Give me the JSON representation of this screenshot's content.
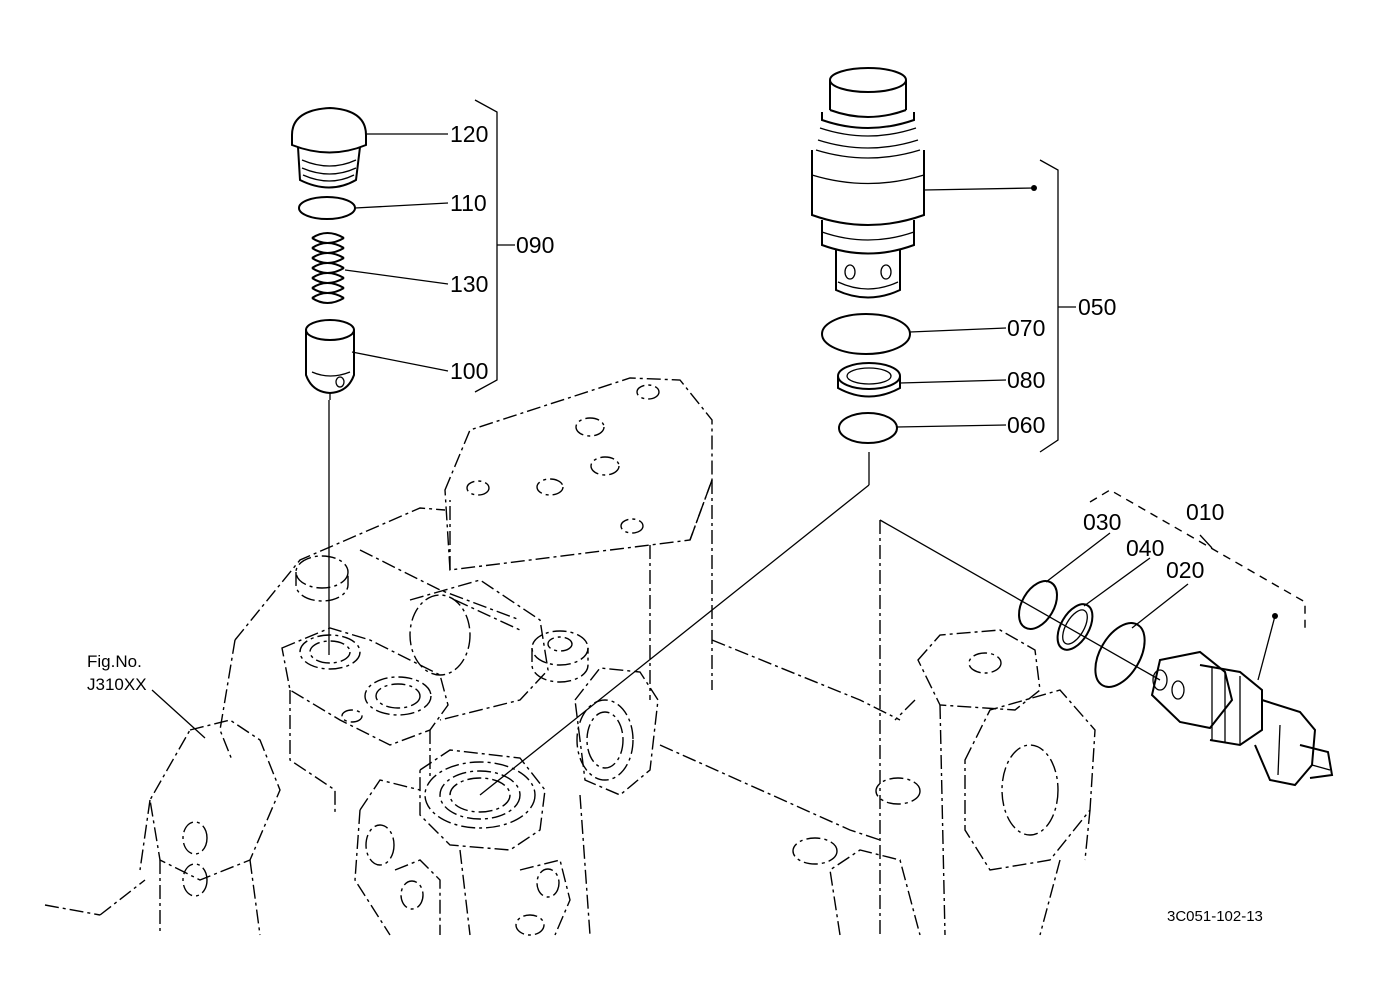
{
  "labels": {
    "p120": "120",
    "p110": "110",
    "p090": "090",
    "p130": "130",
    "p100": "100",
    "p070": "070",
    "p050": "050",
    "p080": "080",
    "p060": "060",
    "p010": "010",
    "p030": "030",
    "p040": "040",
    "p020": "020"
  },
  "figure_ref": {
    "line1": "Fig.No.",
    "line2": "J310XX"
  },
  "drawing_code": "3C051-102-13"
}
